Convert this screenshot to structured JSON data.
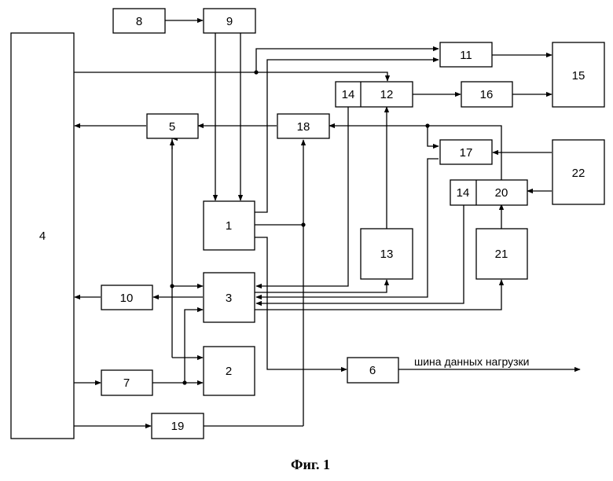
{
  "blocks": {
    "b1": "1",
    "b2": "2",
    "b3": "3",
    "b4": "4",
    "b5": "5",
    "b6": "6",
    "b7": "7",
    "b8": "8",
    "b9": "9",
    "b10": "10",
    "b11": "11",
    "b12": "12",
    "b13": "13",
    "b14a": "14",
    "b14b": "14",
    "b15": "15",
    "b16": "16",
    "b17": "17",
    "b18": "18",
    "b19": "19",
    "b20": "20",
    "b21": "21",
    "b22": "22"
  },
  "bus_label": "шина данных нагрузки",
  "caption": "Фиг. 1"
}
